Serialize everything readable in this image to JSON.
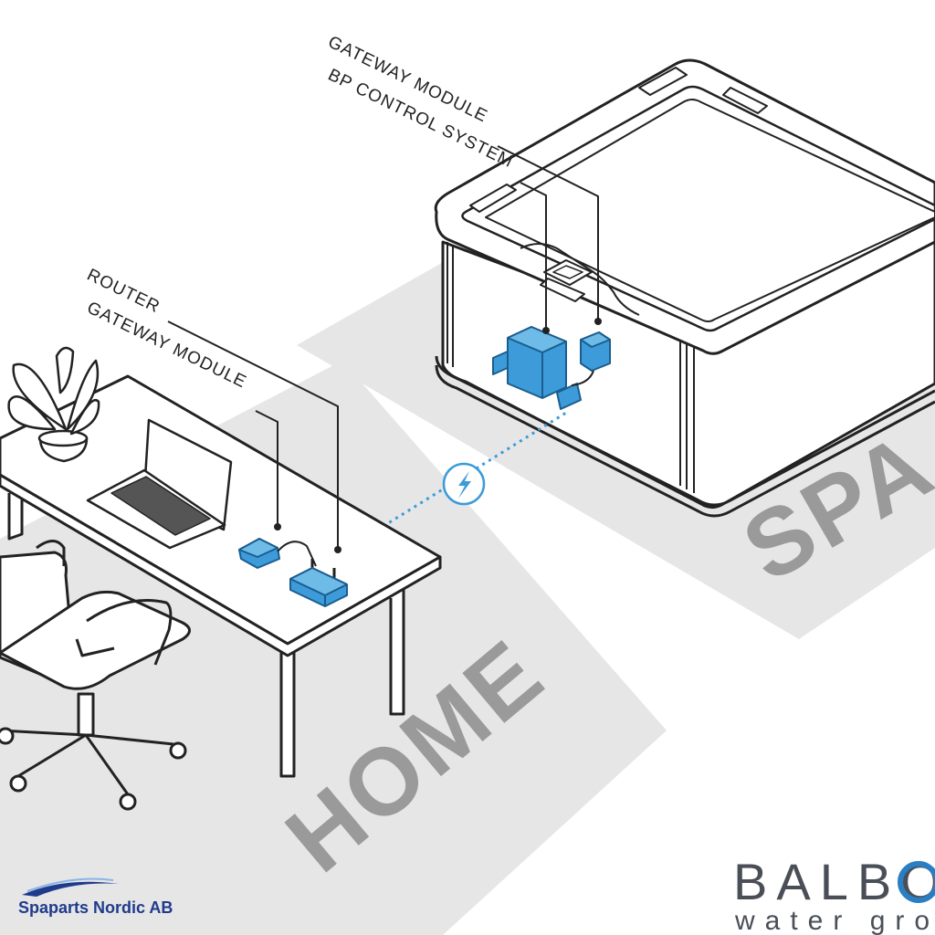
{
  "labels": {
    "gateway_module_spa": "GATEWAY MODULE",
    "bp_control_system": "BP CONTROL SYSTEM",
    "router": "ROUTER",
    "gateway_module_home": "GATEWAY MODULE",
    "zone_spa": "SPA",
    "zone_home": "HOME"
  },
  "branding": {
    "spaparts": "Spaparts Nordic AB",
    "balboa": "BALBO",
    "balboa_sub": "water gro"
  },
  "icons": {
    "wireless": "lightning-bolt-icon"
  },
  "colors": {
    "accent_blue": "#3d9bd9",
    "dark_blue": "#1a5d8f",
    "zone_gray": "#e6e6e6",
    "zone_text": "#9a9a9a",
    "line": "#222222",
    "spaparts_blue": "#1f3b8c"
  }
}
